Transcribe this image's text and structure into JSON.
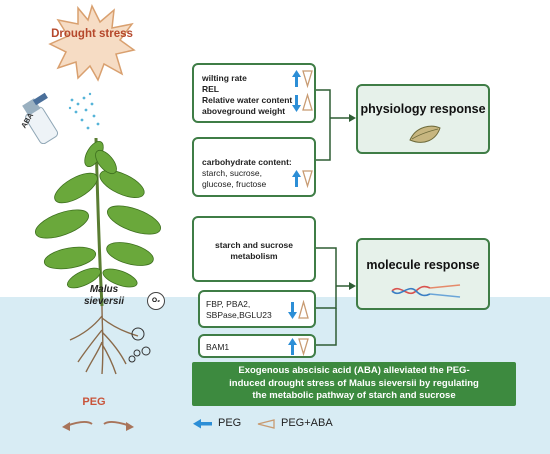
{
  "stress_label": "Drought stress",
  "aba_bottle_label": "ABA",
  "plant_label_line1": "Malus",
  "plant_label_line2": "sieversii",
  "o2_label": "O₂",
  "peg_label": "PEG",
  "box1": {
    "line1": "wilting rate",
    "line2": "REL",
    "line3": "Relative water content",
    "line4": "aboveground weight"
  },
  "box2": {
    "title": "carbohydrate content:",
    "line1": "starch, sucrose,",
    "line2": "glucose, fructose"
  },
  "box3": {
    "line1": "starch and sucrose",
    "line2": "metabolism"
  },
  "box4": {
    "line1": "FBP, PBA2,",
    "line2": "SBPase,BGLU23"
  },
  "box5": {
    "line1": "BAM1"
  },
  "physiology_title": "physiology response",
  "molecule_title": "molecule response",
  "banner": {
    "line1": "Exogenous abscisic acid (ABA) alleviated the PEG-",
    "line2": "induced drought stress of Malus sieversii by regulating",
    "line3": "the metabolic pathway of starch and sucrose"
  },
  "legend": {
    "peg": "PEG",
    "peg_aba": "PEG+ABA"
  },
  "colors": {
    "blue_arrow": "#2c8ed6",
    "triangle": "#c89b72",
    "box_border": "#3f7d46",
    "banner": "#3d8a3f",
    "water": "#d8ecf4",
    "starburst": "#f6dcc4",
    "stress_text": "#b5482c"
  }
}
